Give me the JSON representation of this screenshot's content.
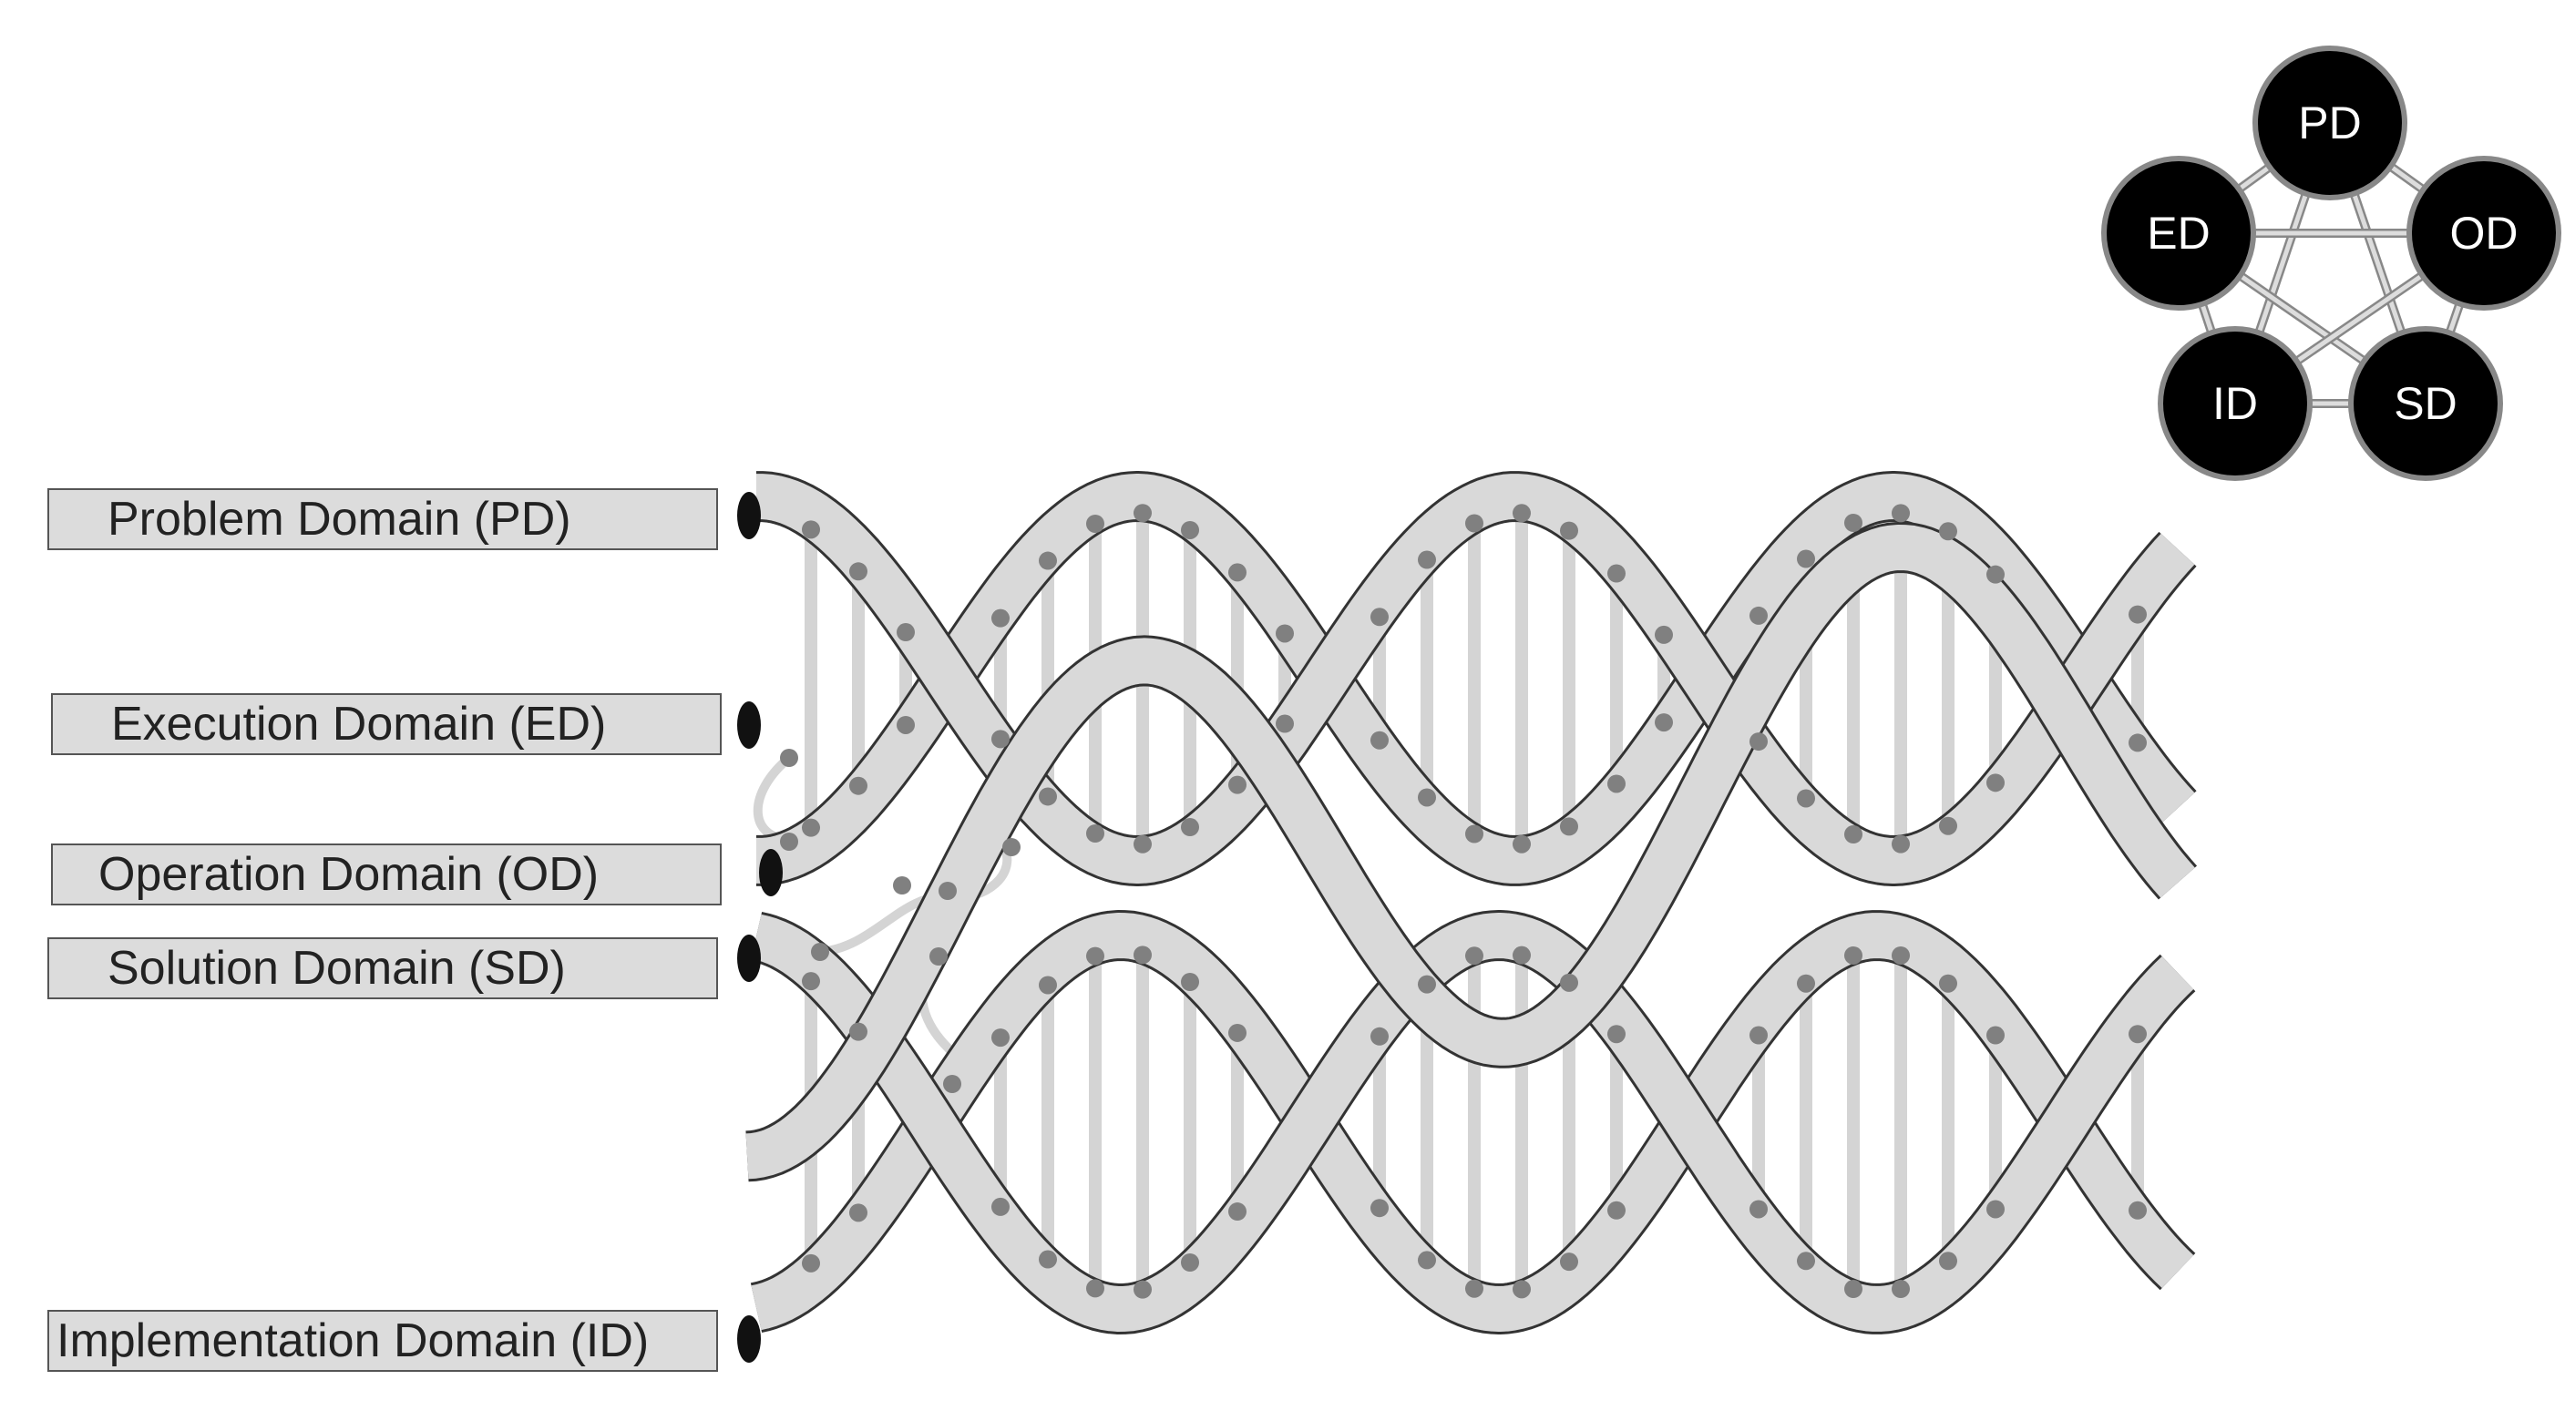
{
  "labels": {
    "pd": "Problem Domain (PD)",
    "ed": "Execution Domain (ED)",
    "od": "Operation Domain (OD)",
    "sd": "Solution Domain (SD)",
    "id": "Implementation Domain  (ID)"
  },
  "legend": {
    "pd": "PD",
    "ed": "ED",
    "od": "OD",
    "id": "ID",
    "sd": "SD"
  },
  "colors": {
    "strand_fill": "#d9d9d9",
    "strand_outline": "#333333",
    "rung": "#d4d4d4",
    "dot": "#808080",
    "node_fill": "#000000",
    "node_text": "#ffffff",
    "label_fill": "#dcdcdc"
  }
}
